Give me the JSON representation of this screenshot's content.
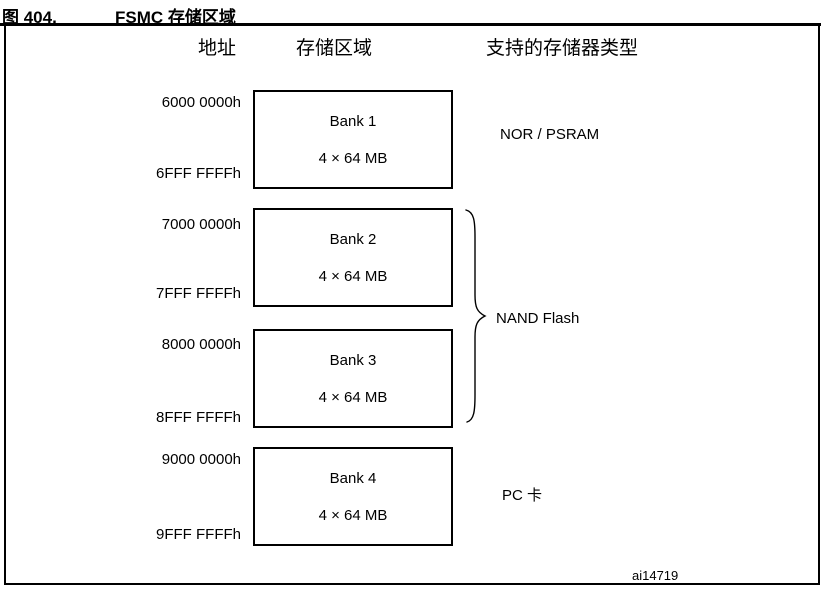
{
  "figure": {
    "label": "图 404.",
    "title": "FSMC 存储区域"
  },
  "headers": {
    "address": "地址",
    "region": "存储区域",
    "memory_type": "支持的存储器类型"
  },
  "banks": [
    {
      "name": "Bank 1",
      "size": "4 × 64 MB",
      "start_address": "6000 0000h",
      "end_address": "6FFF FFFFh"
    },
    {
      "name": "Bank 2",
      "size": "4 × 64 MB",
      "start_address": "7000 0000h",
      "end_address": "7FFF FFFFh"
    },
    {
      "name": "Bank 3",
      "size": "4 × 64 MB",
      "start_address": "8000 0000h",
      "end_address": "8FFF FFFFh"
    },
    {
      "name": "Bank 4",
      "size": "4 × 64 MB",
      "start_address": "9000 0000h",
      "end_address": "9FFF FFFFh"
    }
  ],
  "memory_types": [
    {
      "label": "NOR /  PSRAM",
      "applies_to": "Bank 1"
    },
    {
      "label": "NAND Flash",
      "applies_to": "Bank 2, Bank 3"
    },
    {
      "label": "PC 卡",
      "applies_to": "Bank 4"
    }
  ],
  "art_reference": "ai14719",
  "colors": {
    "line": "#000000",
    "text": "#000000",
    "background": "#ffffff"
  }
}
